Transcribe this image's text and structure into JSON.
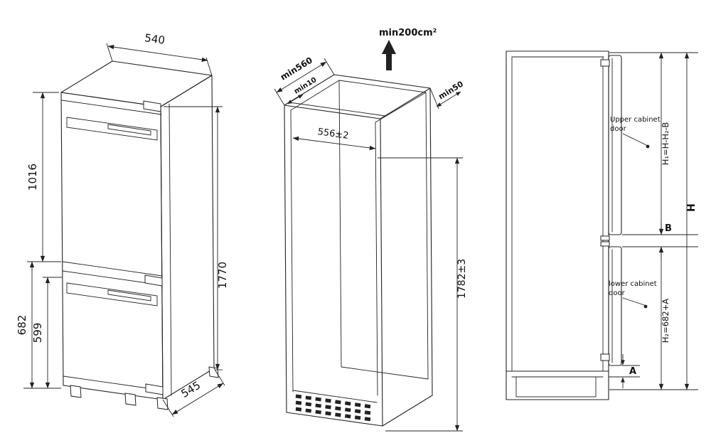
{
  "views": {
    "appliance": {
      "width": "540",
      "upper_door_height": "1016",
      "total_height": "1770",
      "lower_section_height": "682",
      "lower_door_height": "599",
      "depth": "545"
    },
    "niche": {
      "ventilation_area": "min200cm²",
      "min_depth": "min560",
      "min_top_clearance": "min10",
      "inner_width": "556±2",
      "min_rear_clearance": "min50",
      "inner_height": "1782±3"
    },
    "cabinet": {
      "upper_door_label_line1": "Upper cabinet",
      "upper_door_label_line2": "door",
      "lower_door_label_line1": "lower cabinet",
      "lower_door_label_line2": "door",
      "upper_door_formula": "H₁=H-H₂-B",
      "overall_height": "H",
      "door_gap": "B",
      "lower_door_formula": "H₂=682+A",
      "bottom_gap": "A"
    }
  },
  "colors": {
    "line": "#222222",
    "text": "#111111",
    "background": "#ffffff"
  }
}
